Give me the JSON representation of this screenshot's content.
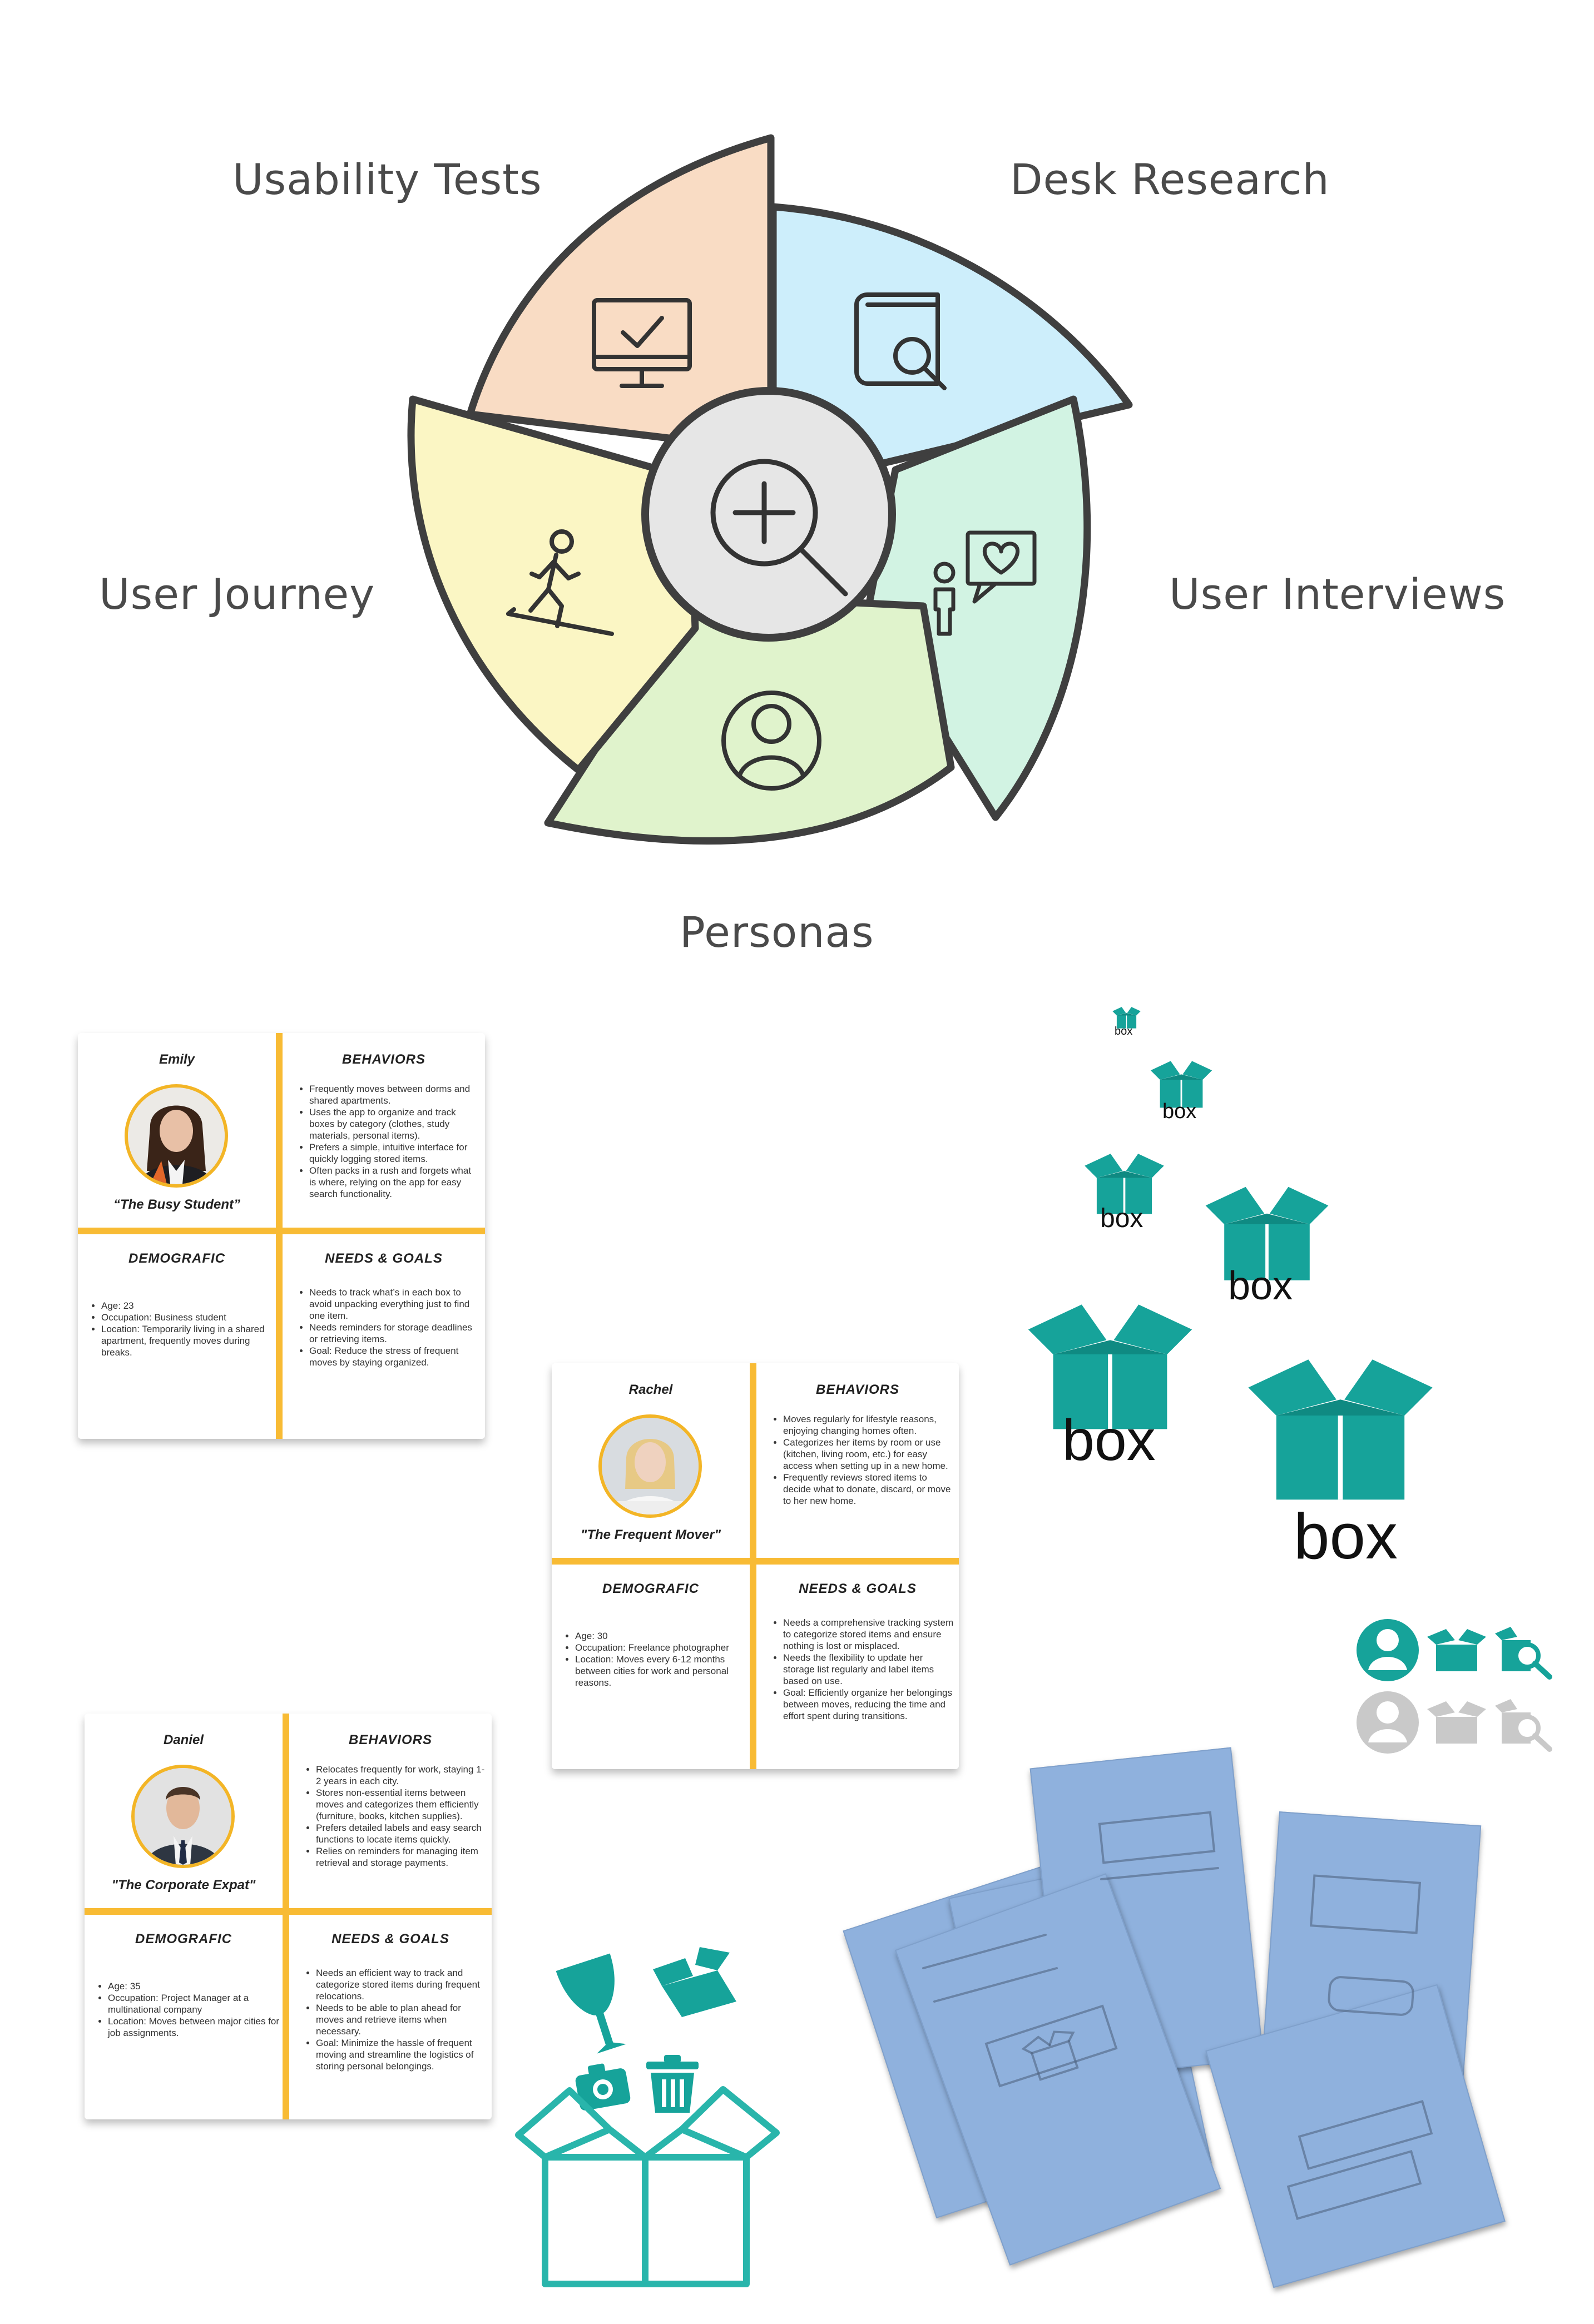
{
  "diagram": {
    "segments": [
      {
        "label": "Usability Tests",
        "icon": "monitor-check-icon",
        "color": "#f9dcc4"
      },
      {
        "label": "Desk Research",
        "icon": "book-search-icon",
        "color": "#cdeefb"
      },
      {
        "label": "User Interviews",
        "icon": "person-chat-heart-icon",
        "color": "#d2f3e3"
      },
      {
        "label": "Personas",
        "icon": "user-circle-icon",
        "color": "#e0f3cc"
      },
      {
        "label": "User Journey",
        "icon": "hiking-person-icon",
        "color": "#fbf6c4"
      }
    ],
    "center_icon": "zoom-in-icon"
  },
  "personas": [
    {
      "name": "Emily",
      "quote": "“The Busy Student”",
      "behaviors_title": "BEHAVIORS",
      "behaviors": [
        "Frequently moves between dorms and shared apartments.",
        "Uses the app to organize and track boxes by category (clothes, study materials, personal items).",
        "Prefers a simple, intuitive interface for quickly logging stored items.",
        "Often packs in a rush and forgets what is where, relying on the app for easy search functionality."
      ],
      "demographic_title": "DEMOGRAFIC",
      "demographic": [
        "Age: 23",
        "Occupation: Business student",
        "Location: Temporarily living in a shared apartment, frequently moves during breaks."
      ],
      "needs_title": "NEEDS & GOALS",
      "needs": [
        "Needs to track what’s in each box to avoid unpacking everything just to find one item.",
        "Needs reminders for storage deadlines or retrieving items.",
        "Goal: Reduce the stress of frequent moves by staying organized."
      ]
    },
    {
      "name": "Rachel",
      "quote": "\"The Frequent Mover\"",
      "behaviors_title": "BEHAVIORS",
      "behaviors": [
        "Moves regularly for lifestyle reasons, enjoying changing homes often.",
        "Categorizes her items by room or use (kitchen, living room, etc.) for easy access when setting up in a new home.",
        "Frequently reviews stored items to decide what to donate, discard, or move to her new home."
      ],
      "demographic_title": "DEMOGRAFIC",
      "demographic": [
        "Age: 30",
        "Occupation: Freelance photographer",
        "Location: Moves every 6-12 months between cities for work and personal reasons."
      ],
      "needs_title": "NEEDS & GOALS",
      "needs": [
        "Needs a comprehensive tracking system to categorize stored items and ensure nothing is lost or misplaced.",
        "Needs the flexibility to update her storage list regularly and label items based on use.",
        "Goal: Efficiently organize her belongings between moves, reducing the time and effort spent during transitions."
      ]
    },
    {
      "name": "Daniel",
      "quote": "\"The Corporate Expat\"",
      "behaviors_title": "BEHAVIORS",
      "behaviors": [
        "Relocates frequently for work, staying 1-2 years in each city.",
        "Stores non-essential items between moves and categorizes them efficiently (furniture, books, kitchen supplies).",
        "Prefers detailed labels and easy search functions to locate items quickly.",
        "Relies on reminders for managing item retrieval and storage payments."
      ],
      "demographic_title": "DEMOGRAFIC",
      "demographic": [
        "Age: 35",
        "Occupation: Project Manager at a multinational company",
        "Location: Moves between major cities for job assignments."
      ],
      "needs_title": "NEEDS & GOALS",
      "needs": [
        "Needs an efficient way to track and categorize stored items during frequent relocations.",
        "Needs to be able to plan ahead for moves and retrieve items when necessary.",
        "Goal: Minimize the hassle of frequent moving and streamline the logistics of storing personal belongings."
      ]
    }
  ],
  "logo": {
    "text": "box",
    "color": "#16a39a",
    "text_color": "#111111"
  },
  "app_icons": {
    "active_color": "#16a39a",
    "inactive_color": "#c9c9c9",
    "names": [
      "user-icon",
      "box-icon",
      "box-search-icon"
    ]
  },
  "illustration": {
    "name": "open-box-items-icon",
    "color": "#16a39a"
  },
  "sketches": {
    "count": 6,
    "color": "#8fb1dd"
  }
}
